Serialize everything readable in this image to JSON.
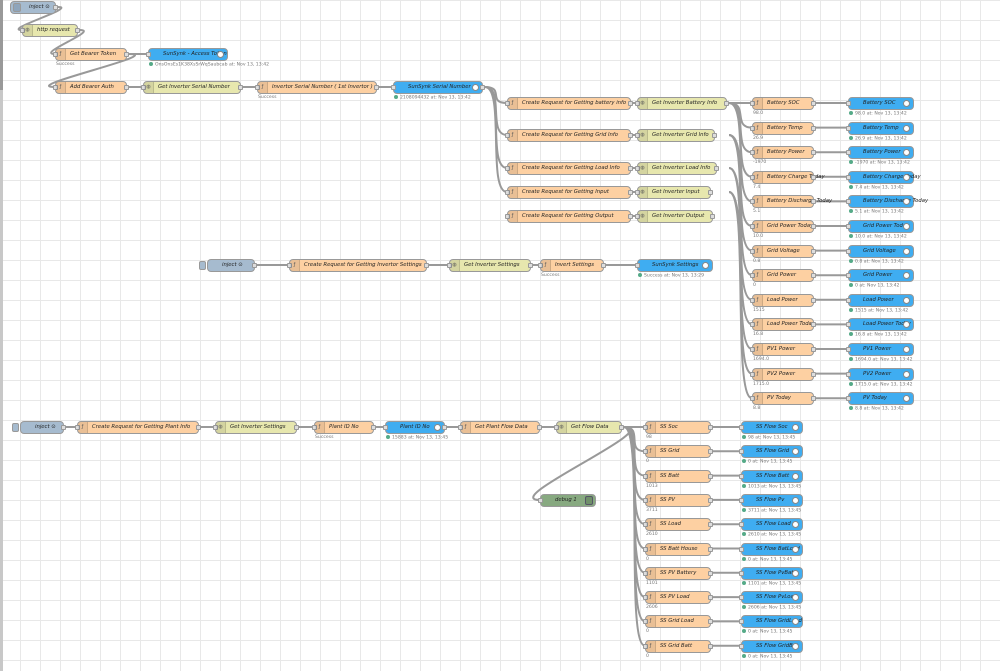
{
  "colors": {
    "function": "#fdd0a2",
    "http": "#e7e7ae",
    "inject": "#a6bbcf",
    "debug": "#87a980",
    "output": "#3fadf1"
  },
  "nodes": {
    "inject_a": "inject ⊙",
    "http_req": "http request",
    "get_bearer": "Get Bearer Token",
    "get_bearer_st": "Success",
    "access_token": "SunSynk - Access Token",
    "access_token_st": "OnsOnsEs1K38XsSrWqSaubcab at: Nov 13, 13:42",
    "add_bearer": "Add Bearer Auth",
    "get_inv_serial": "Get Inverter Serial Number",
    "inv_serial_1st": "Invertor Serial Number ( 1st Invertor )",
    "inv_serial_1st_st": "Success",
    "sunsynk_serial": "SunSynk Serial Number",
    "sunsynk_serial_st": "2108094432 at: Nov 13, 13:42",
    "cr_battery": "Create Request for Getting battery info",
    "get_battery": "Get Inverter Battery Info",
    "cr_grid": "Create Request for Getting Grid Info",
    "get_grid": "Get Inverter Grid Info",
    "cr_load": "Create Request for Getting Load Info",
    "get_load": "Get Inverter Load Info",
    "cr_input": "Create Request for Getting Input",
    "get_input": "Get Inverter Input",
    "cr_output": "Create Request for Getting Output",
    "get_output": "Get Inverter Output",
    "inject_b": "inject ⊙",
    "cr_settings": "Create Request for Getting Invertor Settings",
    "get_settings": "Get Inverter Settings",
    "invert_settings": "Invert Settings",
    "invert_settings_st": "Success",
    "sunsynk_settings": "SunSynk Settings",
    "sunsynk_settings_st": "Success at: Nov 13, 13:29",
    "inject_c": "inject ⊙",
    "cr_plant": "Create Request for Getting Plant Info",
    "get_inv_settings2": "Get Inverter Settings",
    "plant_id": "Plant ID No",
    "plant_id_st": "Success",
    "plant_id_out": "Plant ID No",
    "plant_id_out_st": "15883 at: Nov 13, 13:45",
    "get_plant_flow": "Get Plant Flow Data",
    "get_flow": "Get Flow Data",
    "debug": "debug 1"
  },
  "battery_group": [
    {
      "fn": "Battery SOC",
      "fn_st": "98.0",
      "out": "Battery SOC",
      "out_st": "98.0 at: Nov 13, 13:42"
    },
    {
      "fn": "Battery Temp",
      "fn_st": "26.9",
      "out": "Battery Temp",
      "out_st": "26.9 at: Nov 13, 13:42"
    },
    {
      "fn": "Battery Power",
      "fn_st": "-1970",
      "out": "Battery Power",
      "out_st": "-1970 at: Nov 13, 13:42"
    },
    {
      "fn": "Battery Charge Today",
      "fn_st": "7.4",
      "out": "Battery Charge Today",
      "out_st": "7.4 at: Nov 13, 13:42"
    },
    {
      "fn": "Battery Discharge Today",
      "fn_st": "5.1",
      "out": "Battery Discharge Today",
      "out_st": "5.1 at: Nov 13, 13:42"
    },
    {
      "fn": "Grid Power Today",
      "fn_st": "10.0",
      "out": "Grid Power Today",
      "out_st": "10.0 at: Nov 13, 13:42"
    },
    {
      "fn": "Grid Voltage",
      "fn_st": "0.8",
      "out": "Grid Voltage",
      "out_st": "0.8 at: Nov 13, 13:42"
    },
    {
      "fn": "Grid Power",
      "fn_st": "0",
      "out": "Grid Power",
      "out_st": "0 at: Nov 13, 13:42"
    },
    {
      "fn": "Load Power",
      "fn_st": "1515",
      "out": "Load Power",
      "out_st": "1515 at: Nov 13, 13:42"
    },
    {
      "fn": "Load Power Today",
      "fn_st": "16.8",
      "out": "Load Power Today",
      "out_st": "16.8 at: Nov 13, 13:42"
    },
    {
      "fn": "PV1 Power",
      "fn_st": "1694.0",
      "out": "PV1 Power",
      "out_st": "1694.0 at: Nov 13, 13:42"
    },
    {
      "fn": "PV2 Power",
      "fn_st": "1715.0",
      "out": "PV2 Power",
      "out_st": "1715.0 at: Nov 13, 13:42"
    },
    {
      "fn": "PV Today",
      "fn_st": "8.8",
      "out": "PV Today",
      "out_st": "8.8 at: Nov 13, 13:42"
    }
  ],
  "flow_group": [
    {
      "fn": "SS Soc",
      "fn_st": "98",
      "out": "SS Flow Soc",
      "out_st": "98 at: Nov 13, 13:45"
    },
    {
      "fn": "SS Grid",
      "fn_st": "0",
      "out": "SS Flow Grid",
      "out_st": "0 at: Nov 13, 13:45"
    },
    {
      "fn": "SS Batt",
      "fn_st": "1013",
      "out": "SS Flow Batt",
      "out_st": "1013 at: Nov 13, 13:45"
    },
    {
      "fn": "SS PV",
      "fn_st": "3711",
      "out": "SS Flow Pv",
      "out_st": "3711 at: Nov 13, 13:45"
    },
    {
      "fn": "SS Load",
      "fn_st": "2610",
      "out": "SS Flow Load",
      "out_st": "2610 at: Nov 13, 13:45"
    },
    {
      "fn": "SS Batt House",
      "fn_st": "0",
      "out": "SS Flow BatLoad",
      "out_st": "0 at: Nov 13, 13:45"
    },
    {
      "fn": "SS PV Battery",
      "fn_st": "1101",
      "out": "SS Flow PvBat",
      "out_st": "1101 at: Nov 13, 13:45"
    },
    {
      "fn": "SS PV Load",
      "fn_st": "2606",
      "out": "SS Flow PvLoad",
      "out_st": "2606 at: Nov 13, 13:45"
    },
    {
      "fn": "SS Grid Load",
      "fn_st": "0",
      "out": "SS Flow GridLoad",
      "out_st": "0 at: Nov 13, 13:45"
    },
    {
      "fn": "SS Grid Batt",
      "fn_st": "0",
      "out": "SS Flow GridBat",
      "out_st": "0 at: Nov 13, 13:45"
    }
  ]
}
